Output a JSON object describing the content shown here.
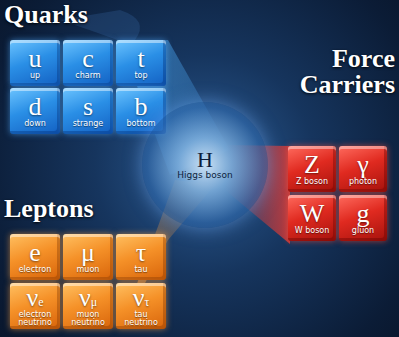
{
  "diagram": {
    "nodes": [
      {
        "text": [
          "Quarks"
        ]
      },
      {
        "text": [
          "u",
          "up"
        ],
        "in": 0
      },
      {
        "text": [
          "c",
          "charm"
        ],
        "in": 0
      },
      {
        "text": [
          "t",
          "top"
        ],
        "in": 0
      },
      {
        "text": [
          "d",
          "down"
        ],
        "in": 0
      },
      {
        "text": [
          "s",
          "strange"
        ],
        "in": 0
      },
      {
        "text": [
          "b",
          "bottom"
        ],
        "in": 0
      },
      {
        "text": [
          "Force Carriers"
        ]
      },
      {
        "text": [
          "Z",
          "Z boson"
        ],
        "in": 7
      },
      {
        "text": [
          "γ",
          "photon"
        ],
        "in": 7
      },
      {
        "text": [
          "W",
          "W boson"
        ],
        "in": 7
      },
      {
        "text": [
          "g",
          "gluon"
        ],
        "in": 7
      },
      {
        "text": [
          "H",
          "Higgs boson"
        ]
      },
      {
        "text": [
          "Leptons"
        ]
      },
      {
        "text": [
          "e",
          "electron"
        ],
        "in": 13
      },
      {
        "text": [
          "μ",
          "muon"
        ],
        "in": 13
      },
      {
        "text": [
          "τ",
          "tau"
        ],
        "in": 13
      },
      {
        "text": [
          "νe",
          "electron neutrino"
        ],
        "in": 13
      },
      {
        "text": [
          "νμ",
          "muon neutrino"
        ],
        "in": 13
      },
      {
        "text": [
          "ντ",
          "tau neutrino"
        ],
        "in": 13
      }
    ]
  }
}
